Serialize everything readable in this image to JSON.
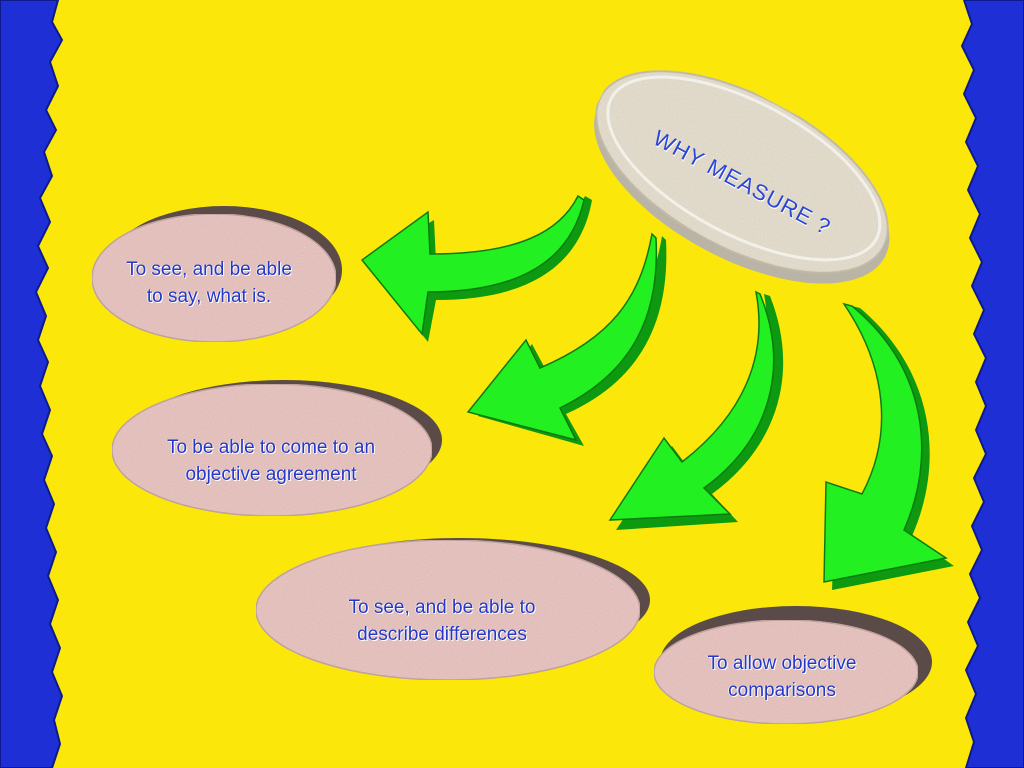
{
  "colors": {
    "background": "#fbe80a",
    "border": "#1f2fd6",
    "arrow": "#22f020",
    "arrow_shade": "#0d9a10",
    "oval": "#ecc8c4",
    "title_oval": "#e9e2d2",
    "text": "#2238c8"
  },
  "title": {
    "text": "WHY  MEASURE ?"
  },
  "reasons": [
    {
      "line1": "To see, and be able",
      "line2": "to say, what is."
    },
    {
      "line1": "To be able to come to an",
      "line2": "objective agreement"
    },
    {
      "line1": "To see, and be able to",
      "line2": "describe differences"
    },
    {
      "line1": "To allow objective",
      "line2": "comparisons"
    }
  ],
  "icons": [
    "curved-arrow-icon",
    "curved-arrow-icon",
    "curved-arrow-icon",
    "curved-arrow-icon"
  ]
}
